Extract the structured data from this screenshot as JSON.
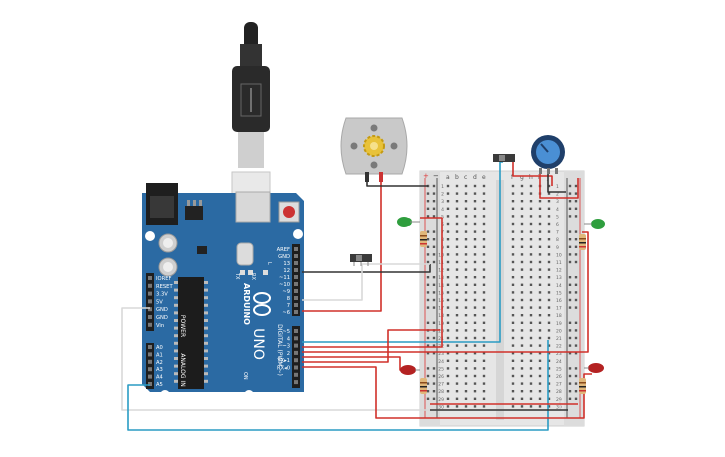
{
  "board": {
    "brand": "ARDUINO",
    "model": "UNO",
    "power_header": "POWER",
    "analog_header": "ANALOG IN",
    "digital_header": "DIGITAL (PWM ~)",
    "power_pins": [
      "IOREF",
      "RESET",
      "3.3V",
      "5V",
      "GND",
      "GND",
      "Vin"
    ],
    "analog_pins": [
      "A0",
      "A1",
      "A2",
      "A3",
      "A4",
      "A5"
    ],
    "digital_pins": [
      "AREF",
      "GND",
      "13",
      "12",
      "~11",
      "~10",
      "~9",
      "8",
      "7",
      "~6",
      "~5",
      "4",
      "~3",
      "2",
      "TX▸1",
      "RX◂0"
    ],
    "led_labels": [
      "TX",
      "RX",
      "L",
      "ON"
    ]
  },
  "breadboard": {
    "col_letters_left": [
      "a",
      "b",
      "c",
      "d",
      "e"
    ],
    "col_letters_right": [
      "f",
      "g",
      "h",
      "i",
      "j"
    ],
    "row_numbers": [
      "1",
      "2",
      "3",
      "4",
      "5",
      "6",
      "7",
      "8",
      "9",
      "10",
      "11",
      "12",
      "13",
      "14",
      "15",
      "16",
      "17",
      "18",
      "19",
      "20",
      "21",
      "22",
      "23",
      "24",
      "25",
      "26",
      "27",
      "28",
      "29",
      "30"
    ],
    "rail_plus": "+",
    "rail_minus": "−"
  },
  "colors": {
    "board": "#2b6aa3",
    "wire_red": "#d0302a",
    "wire_blue": "#2a9cc4",
    "wire_black": "#333333",
    "wire_white": "#dddddd",
    "breadboard": "#e8e8e8",
    "led_green": "#2f9e3e",
    "led_red": "#b42222"
  },
  "icons": [
    "usb-cable-icon",
    "dc-motor-icon",
    "potentiometer-icon",
    "slide-switch-icon",
    "led-icon",
    "resistor-icon"
  ]
}
